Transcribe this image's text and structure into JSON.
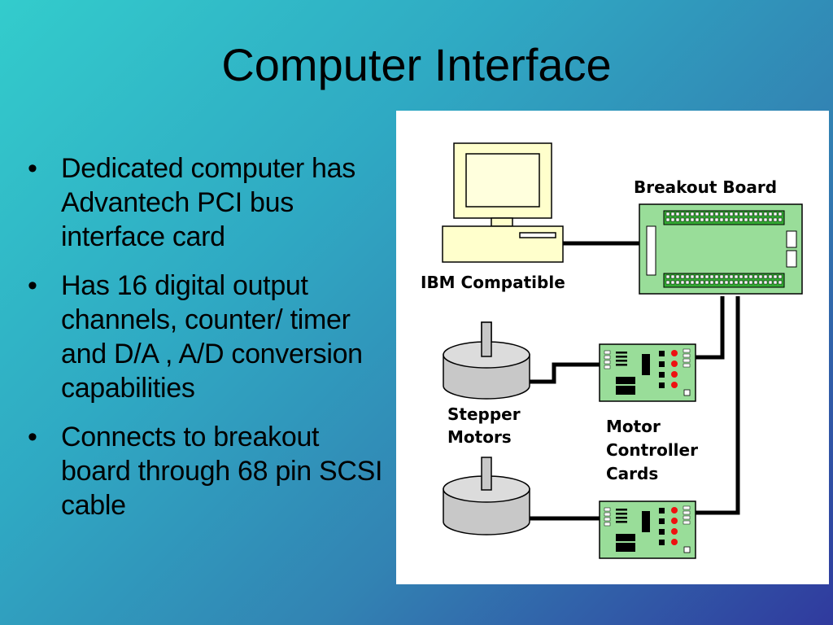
{
  "slide": {
    "title": "Computer Interface",
    "bullets": [
      "Dedicated computer has Advantech PCI bus interface card",
      "Has 16 digital output channels, counter/ timer and D/A , A/D conversion capabilities",
      "Connects to breakout board through 68 pin SCSI cable"
    ]
  },
  "diagram": {
    "computer_label": "IBM Compatible",
    "breakout_label": "Breakout Board",
    "motors_label_lines": [
      "Stepper",
      "Motors"
    ],
    "cards_label_lines": [
      "Motor",
      "Controller",
      "Cards"
    ]
  },
  "colors": {
    "background_start": "#33cccc",
    "background_end": "#303a9e",
    "computer_body": "#ffffcc",
    "board_green": "#99dd99",
    "connector_green": "#33aa33",
    "motor_gray": "#c8c8c8",
    "led_red": "#ee1111"
  }
}
